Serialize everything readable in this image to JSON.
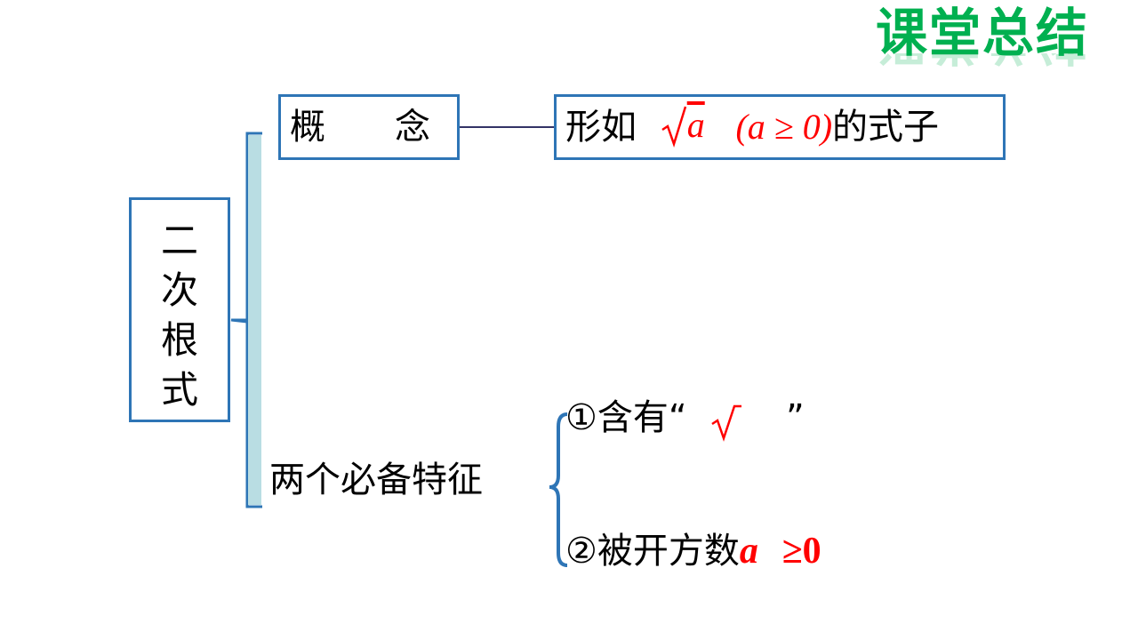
{
  "header": {
    "title": "课堂总结",
    "title_color": "#00b050"
  },
  "main_topic": {
    "chars": [
      "二",
      "次",
      "根",
      "式"
    ]
  },
  "concept": {
    "label": "概念",
    "definition_prefix": "形如",
    "definition_expr_radicand": "a",
    "definition_condition": "(a ≥ 0)",
    "definition_suffix": "的式子"
  },
  "features": {
    "label": "两个必备特征",
    "item1_prefix": "①含有",
    "item1_open_quote": "“",
    "item1_close_quote": "”",
    "item2_prefix": "②被开方数",
    "item2_var": "a",
    "item2_condition": "≥0"
  },
  "colors": {
    "box_border": "#2e75b6",
    "brace_fill": "#b9dde3",
    "math_red": "#ff0000",
    "connector": "#333366",
    "feature_brace": "#2e75b6"
  }
}
